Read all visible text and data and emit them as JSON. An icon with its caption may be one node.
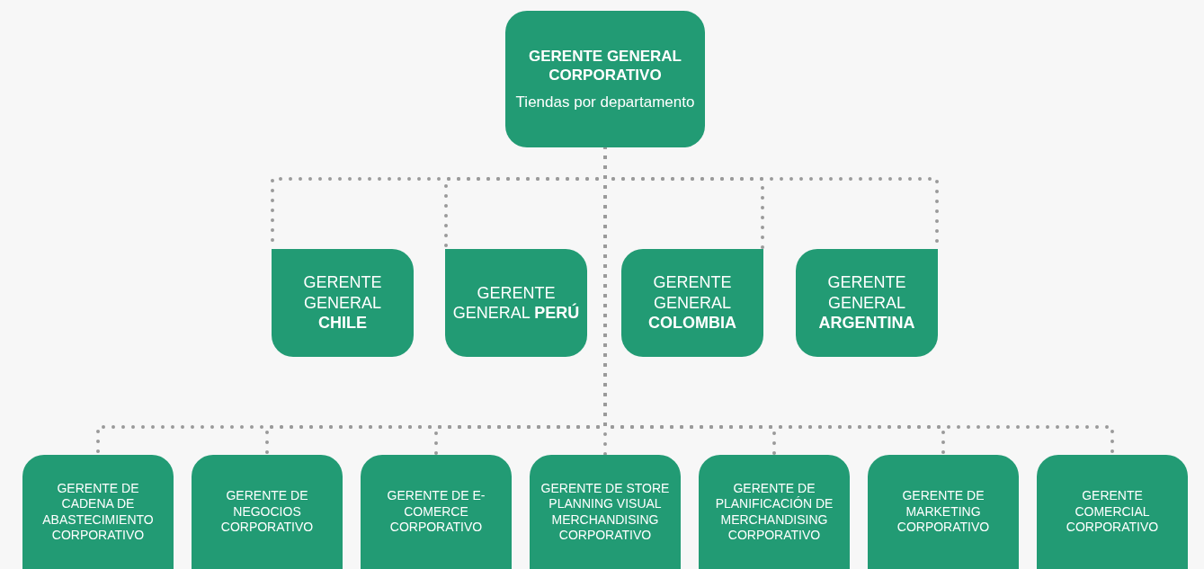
{
  "diagram": {
    "nodes": [
      {
        "text": [
          "GERENTE GENERAL CORPORATIVO",
          "Tiendas por departamento"
        ]
      },
      {
        "text": [
          "GERENTE GENERAL **CHILE**"
        ]
      },
      {
        "text": [
          "GERENTE GENERAL **PERÚ**"
        ]
      },
      {
        "text": [
          "GERENTE GENERAL **COLOMBIA**"
        ]
      },
      {
        "text": [
          "GERENTE GENERAL **ARGENTINA**"
        ]
      },
      {
        "text": [
          "GERENTE DE CADENA DE ABASTECIMIENTO CORPORATIVO"
        ]
      },
      {
        "text": [
          "GERENTE DE NEGOCIOS CORPORATIVO"
        ]
      },
      {
        "text": [
          "GERENTE DE E-COMERCE CORPORATIVO"
        ]
      },
      {
        "text": [
          "GERENTE DE STORE PLANNING VISUAL MERCHANDISING CORPORATIVO"
        ]
      },
      {
        "text": [
          "GERENTE DE PLANIFICACIÓN DE MERCHANDISING CORPORATIVO"
        ]
      },
      {
        "text": [
          "GERENTE DE MARKETING CORPORATIVO"
        ]
      },
      {
        "text": [
          "GERENTE COMERCIAL CORPORATIVO"
        ]
      }
    ],
    "edges": [
      {
        "from": 0,
        "to": 1,
        "arrow": "none"
      },
      {
        "from": 0,
        "to": 2,
        "arrow": "none"
      },
      {
        "from": 0,
        "to": 3,
        "arrow": "none"
      },
      {
        "from": 0,
        "to": 4,
        "arrow": "none"
      },
      {
        "from": 0,
        "to": 5,
        "arrow": "none"
      },
      {
        "from": 0,
        "to": 6,
        "arrow": "none"
      },
      {
        "from": 0,
        "to": 7,
        "arrow": "none"
      },
      {
        "from": 0,
        "to": 8,
        "arrow": "none"
      },
      {
        "from": 0,
        "to": 9,
        "arrow": "none"
      },
      {
        "from": 0,
        "to": 10,
        "arrow": "none"
      },
      {
        "from": 0,
        "to": 11,
        "arrow": "none"
      }
    ]
  }
}
